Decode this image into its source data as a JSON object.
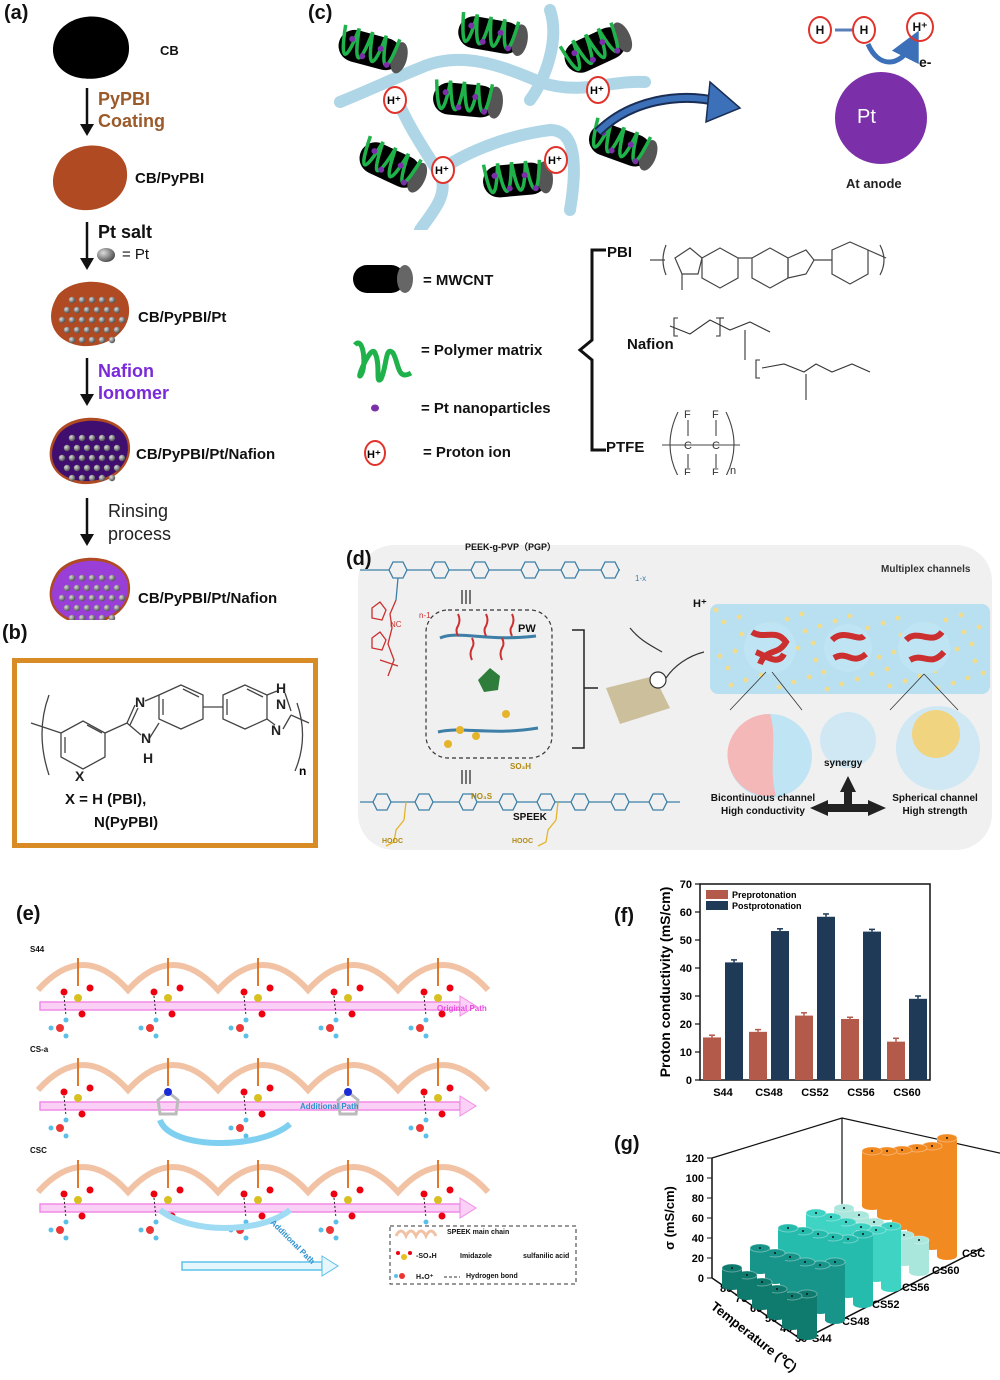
{
  "panels": {
    "a": {
      "label": "(a)",
      "steps": [
        {
          "name": "CB"
        },
        {
          "name": "CB/PyPBI"
        },
        {
          "name": "CB/PyPBI/Pt"
        },
        {
          "name": "CB/PyPBI/Pt/Nafion"
        },
        {
          "name": "CB/PyPBI/Pt/Nafion"
        }
      ],
      "arrows": [
        {
          "line1": "PyPBI",
          "line2": "Coating",
          "color": "#9a5a2a"
        },
        {
          "line1": "Pt salt",
          "line2": "= Pt",
          "color": "#222222"
        },
        {
          "line1": "Nafion",
          "line2": "Ionomer",
          "color": "#7a2ad8"
        },
        {
          "line1": "Rinsing",
          "line2": "process",
          "color": "#222222"
        }
      ],
      "colors": {
        "cb": "#000000",
        "pypbi": "#b04a22",
        "nafion_dark": "#3f0e6e",
        "nafion_light": "#9a3ed8",
        "pt": "#777777"
      }
    },
    "b": {
      "label": "(b)",
      "atoms": {
        "N1": "N",
        "N2": "N",
        "H1": "H",
        "N3": "N",
        "H2": "H",
        "N4": "N",
        "X": "X",
        "n": "n"
      },
      "caption_line1": "X = H (PBI),",
      "caption_line2": "N(PyPBI)",
      "border_color": "#d98b26"
    },
    "c": {
      "label": "(c)",
      "proton": "H⁺",
      "h_atom": "H",
      "electron": "e-",
      "pt_label": "Pt",
      "anode_label": "At anode",
      "legend": [
        {
          "symbol": "mwcnt",
          "text": "= MWCNT"
        },
        {
          "symbol": "polymer",
          "text": "= Polymer  matrix"
        },
        {
          "symbol": "pt-dot",
          "text": "= Pt nanoparticles"
        },
        {
          "symbol": "proton",
          "text": "= Proton ion"
        }
      ],
      "polymers": [
        "PBI",
        "Nafion",
        "PTFE"
      ],
      "ptfe_atoms": {
        "F": "F",
        "C": "C",
        "n": "n"
      },
      "colors": {
        "channel": "#aed6e6",
        "wrap": "#1fb24a",
        "pt": "#7b2fa8",
        "arrow": "#3c70b8",
        "proton_ring": "#e0332b"
      }
    },
    "d": {
      "label": "(d)",
      "top_title": "PEEK-g-PVP（PGP）",
      "pw": "PW",
      "speek": "SPEEK",
      "so3h": "SO₃H",
      "ho3s": "HO₃S",
      "hooc": "HOOC",
      "nc": "NC",
      "n_minus_1": "n-1",
      "x": "x",
      "one_minus_x": "1-x",
      "proton": "H⁺",
      "multiplex": "Multiplex channels",
      "synergy": "synergy",
      "left_caption_1": "Bicontinuous channel",
      "left_caption_2": "High conductivity",
      "right_caption_1": "Spherical channel",
      "right_caption_2": "High strength"
    },
    "e": {
      "label": "(e)",
      "rows": [
        "S44",
        "CS-a",
        "CSC"
      ],
      "original_path": "Original Path",
      "additional_path": "Additional Path",
      "legend": {
        "main_chain": "SPEEK main chain",
        "so3h": "-SO₃H",
        "imidazole": "Imidazole",
        "sulfanilic": "sulfanilic acid",
        "h3o": "H₃O⁺",
        "hbond": "Hydrogen bond"
      }
    }
  },
  "chart_data": [
    {
      "panel": "(f)",
      "type": "bar",
      "title": "",
      "xlabel": "",
      "ylabel": "Proton conductivity (mS/cm)",
      "ylim": [
        0,
        70
      ],
      "yticks": [
        0,
        10,
        20,
        30,
        40,
        50,
        60,
        70
      ],
      "categories": [
        "S44",
        "CS48",
        "CS52",
        "CS56",
        "CS60"
      ],
      "series": [
        {
          "name": "Preprotonation",
          "color": "#b35a4b",
          "values": [
            15.2,
            17.2,
            23.0,
            21.8,
            13.7
          ],
          "errors": [
            0.8,
            0.8,
            1.0,
            0.6,
            1.2
          ]
        },
        {
          "name": "Postprotonation",
          "color": "#1f3a57",
          "values": [
            42.0,
            53.2,
            58.3,
            53.0,
            29.0
          ],
          "errors": [
            0.9,
            0.8,
            1.0,
            0.8,
            1.0
          ]
        }
      ],
      "legend": "top-left",
      "grid": false
    },
    {
      "panel": "(g)",
      "type": "bar3d",
      "title": "",
      "zlabel": "σ (mS/cm)",
      "xlabel": "Temperature (℃)",
      "ylabel": "",
      "zlim": [
        0,
        120
      ],
      "zticks": [
        0,
        20,
        40,
        60,
        80,
        100,
        120
      ],
      "temperatures": [
        30,
        40,
        50,
        60,
        70,
        80
      ],
      "samples": [
        "S44",
        "CS48",
        "CS52",
        "CS56",
        "CS60",
        "CSC"
      ],
      "series": [
        {
          "name": "S44",
          "color": "#0f7b6f",
          "values": [
            18,
            21,
            24,
            27,
            30,
            42
          ]
        },
        {
          "name": "CS48",
          "color": "#17958a",
          "values": [
            22,
            27,
            33,
            38,
            45,
            58
          ]
        },
        {
          "name": "CS52",
          "color": "#26bcad",
          "values": [
            26,
            33,
            40,
            47,
            55,
            70
          ]
        },
        {
          "name": "CS56",
          "color": "#3fd3c4",
          "values": [
            25,
            31,
            36,
            41,
            48,
            62
          ]
        },
        {
          "name": "CS60",
          "color": "#a9e6dc",
          "values": [
            14,
            17,
            20,
            23,
            27,
            32
          ]
        },
        {
          "name": "CSC",
          "color": "#f28a22",
          "values": [
            55,
            65,
            76,
            88,
            100,
            118
          ]
        }
      ],
      "grid": false
    }
  ]
}
